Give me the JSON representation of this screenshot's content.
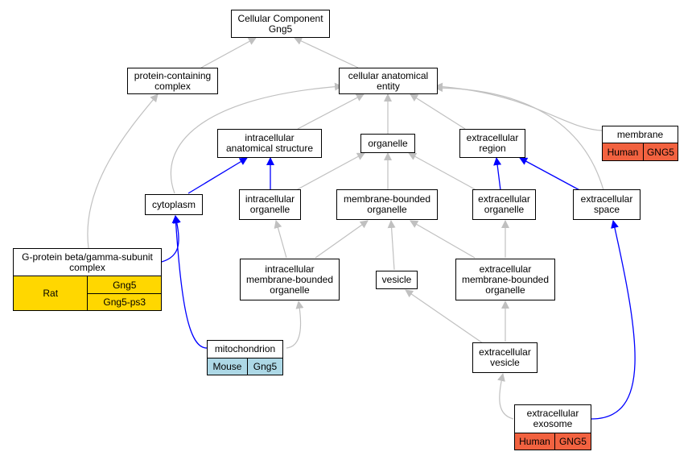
{
  "nodes": {
    "root": "Cellular Component\nGng5",
    "protein_complex": "protein-containing\ncomplex",
    "cellular_entity": "cellular anatomical\nentity",
    "intracellular_structure": "intracellular\nanatomical structure",
    "organelle": "organelle",
    "extracellular_region": "extracellular\nregion",
    "membrane": "membrane",
    "cytoplasm": "cytoplasm",
    "intracellular_organelle": "intracellular\norganelle",
    "membrane_bounded_organelle": "membrane-bounded\norganelle",
    "extracellular_organelle": "extracellular\norganelle",
    "extracellular_space": "extracellular\nspace",
    "g_protein_complex": "G-protein beta/gamma-subunit\ncomplex",
    "intracellular_mb_organelle": "intracellular\nmembrane-bounded\norganelle",
    "vesicle": "vesicle",
    "extracellular_mb_organelle": "extracellular\nmembrane-bounded\norganelle",
    "mitochondrion": "mitochondrion",
    "extracellular_vesicle": "extracellular\nvesicle",
    "extracellular_exosome": "extracellular\nexosome"
  },
  "annotations": {
    "membrane": {
      "species": "Human",
      "gene": "GNG5"
    },
    "mitochondrion": {
      "species": "Mouse",
      "gene": "Gng5"
    },
    "extracellular_exosome": {
      "species": "Human",
      "gene": "GNG5"
    },
    "g_protein_complex": {
      "species": "Rat",
      "genes": [
        "Gng5",
        "Gng5-ps3"
      ]
    }
  },
  "colors": {
    "edge_gray": "#c0c0c0",
    "edge_blue": "#0000ff",
    "human": "#f26240",
    "mouse": "#add8e6",
    "rat": "#ffd700"
  }
}
